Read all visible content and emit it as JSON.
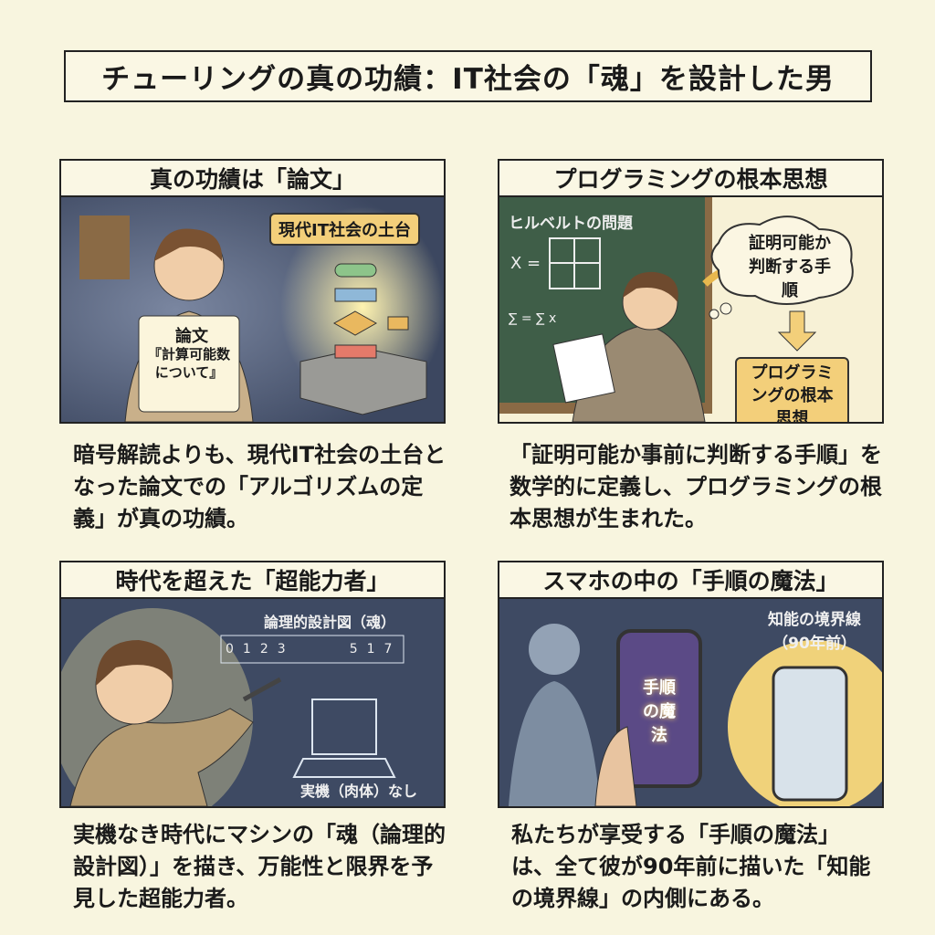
{
  "title": "チューリングの真の功績：IT社会の「魂」を設計した男",
  "panels": [
    {
      "header": "真の功績は「論文」",
      "labels": {
        "foundation": "現代IT社会の土台",
        "paper_title": "論文",
        "paper_subtitle": "『計算可能数について』"
      },
      "caption": "暗号解読よりも、現代IT社会の土台となった論文での「アルゴリズムの定義」が真の功績。"
    },
    {
      "header": "プログラミングの根本思想",
      "labels": {
        "board": "ヒルベルトの問題",
        "eq1": "X =",
        "eq2": "∑ = ∑ x",
        "thought": "証明可能か判断する手順",
        "result": "プログラミングの根本思想"
      },
      "caption": "「証明可能か事前に判断する手順」を数学的に定義し、プログラミングの根本思想が生まれた。"
    },
    {
      "header": "時代を超えた「超能力者」",
      "labels": {
        "blueprint": "論理的設計図（魂）",
        "tape": [
          "0",
          "1",
          "2",
          "3",
          "5",
          "1",
          "7"
        ],
        "machine": "実機（肉体）なし"
      },
      "caption": "実機なき時代にマシンの「魂（論理的設計図）」を描き、万能性と限界を予見した超能力者。"
    },
    {
      "header": "スマホの中の「手順の魔法」",
      "labels": {
        "boundary": "知能の境界線（90年前）",
        "magic": "手順の魔法"
      },
      "caption": "私たちが享受する「手順の魔法」は、全て彼が90年前に描いた「知能の境界線」の内側にある。"
    }
  ],
  "colors": {
    "background": "#f8f5df",
    "tag": "#f3cf7a",
    "chalkboard": "#3f5e48",
    "night": "#3e4a63"
  }
}
